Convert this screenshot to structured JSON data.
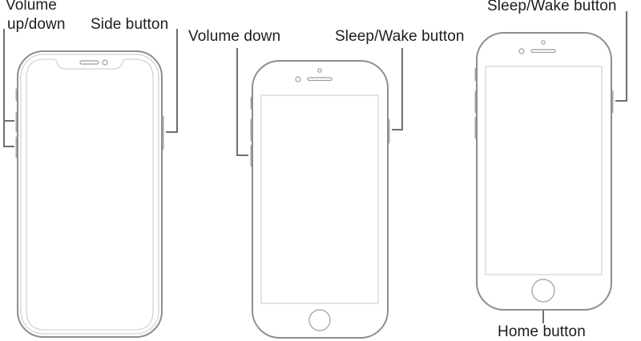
{
  "diagram": {
    "phones": [
      {
        "id": "iphone-x",
        "model_type": "Face ID (notch) model",
        "labels": {
          "volume": "Volume\nup/down",
          "volume_line1": "Volume",
          "volume_line2": "up/down",
          "side": "Side button"
        }
      },
      {
        "id": "iphone-8",
        "model_type": "Home button model (side sleep/wake)",
        "labels": {
          "volume": "Volume down",
          "sleep": "Sleep/Wake button"
        }
      },
      {
        "id": "iphone-se",
        "model_type": "Home button model",
        "labels": {
          "sleep": "Sleep/Wake button",
          "home": "Home button"
        }
      }
    ],
    "colors": {
      "outline": "#8e8e8e",
      "inner_outline": "#c9c9c9",
      "buttons": "#a7a7a7",
      "leader_lines": "#6e6e6e",
      "text": "#1d1d1f",
      "background": "#ffffff"
    }
  }
}
